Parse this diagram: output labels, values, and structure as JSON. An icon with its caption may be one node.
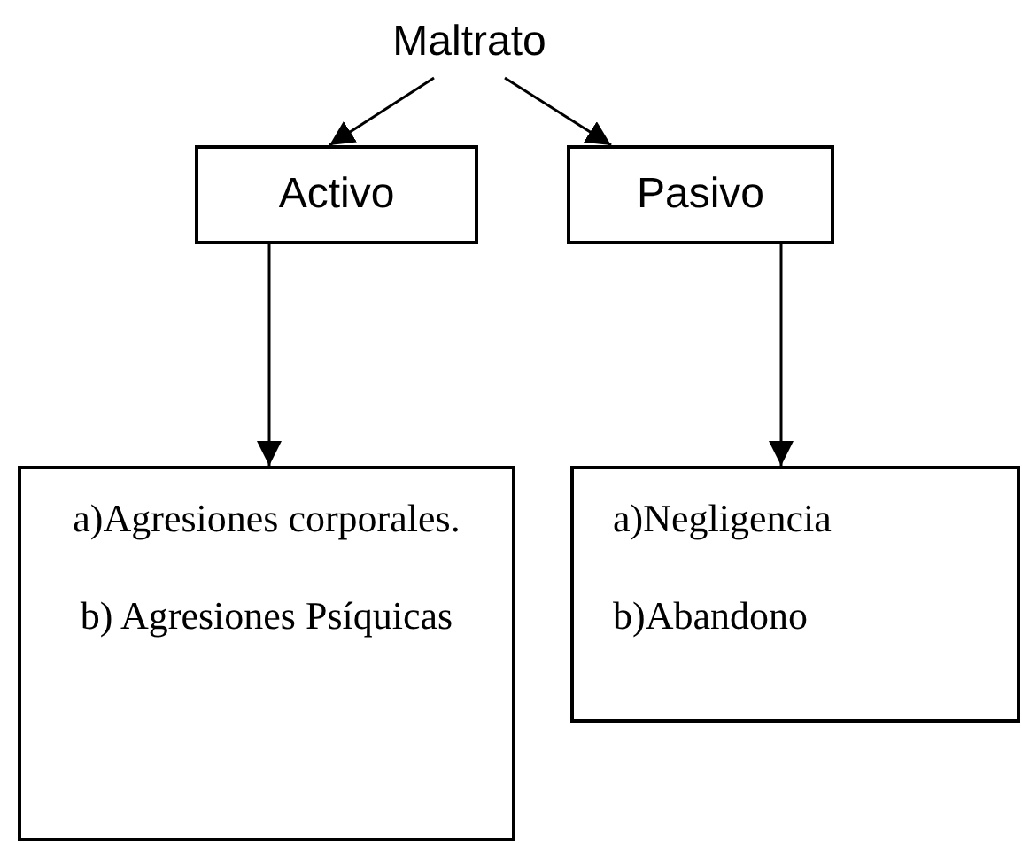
{
  "diagram": {
    "nodes": [
      {
        "text": [
          "Maltrato"
        ]
      },
      {
        "text": [
          "Activo"
        ]
      },
      {
        "text": [
          "Pasivo"
        ]
      },
      {
        "text": [
          "a)Agresiones corporales.",
          "b) Agresiones Psíquicas"
        ]
      },
      {
        "text": [
          "a)Negligencia",
          "b)Abandono"
        ]
      }
    ],
    "edges": [
      {
        "from": 0,
        "to": 1,
        "arrow": "to"
      },
      {
        "from": 0,
        "to": 2,
        "arrow": "to"
      },
      {
        "from": 1,
        "to": 3,
        "arrow": "to"
      },
      {
        "from": 2,
        "to": 4,
        "arrow": "to"
      }
    ]
  }
}
